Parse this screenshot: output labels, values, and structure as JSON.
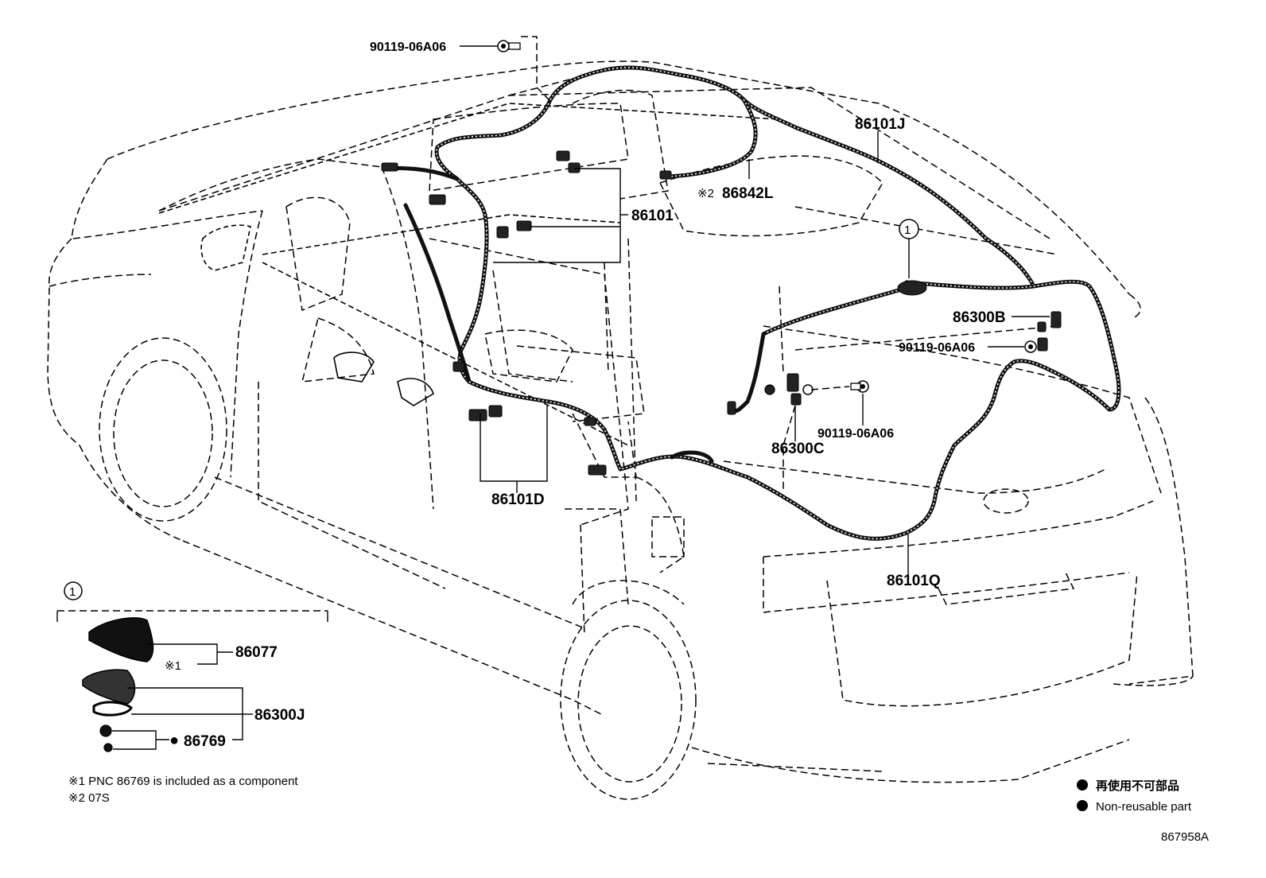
{
  "diagram_id": "867958A",
  "parts": {
    "p_90119_top": "90119-06A06",
    "p_86101J": "86101J",
    "p_86842L": "86842L",
    "p_86842L_mark": "※2",
    "p_86101": "86101",
    "p_86300B": "86300B",
    "p_90119_right": "90119-06A06",
    "p_90119_mid": "90119-06A06",
    "p_86300C": "86300C",
    "p_86101D": "86101D",
    "p_86101Q": "86101Q"
  },
  "callout": {
    "marker": "①",
    "p_86077": "86077",
    "p_86077_mark": "※1",
    "p_86300J": "86300J",
    "p_86769": "86769",
    "non_reusable_dot": "●"
  },
  "notes": {
    "note1": "※1 PNC 86769 is included as a component",
    "note2": "※2 07S"
  },
  "legend": {
    "item_jp": "再使用不可部品",
    "item_en": "Non-reusable part"
  }
}
